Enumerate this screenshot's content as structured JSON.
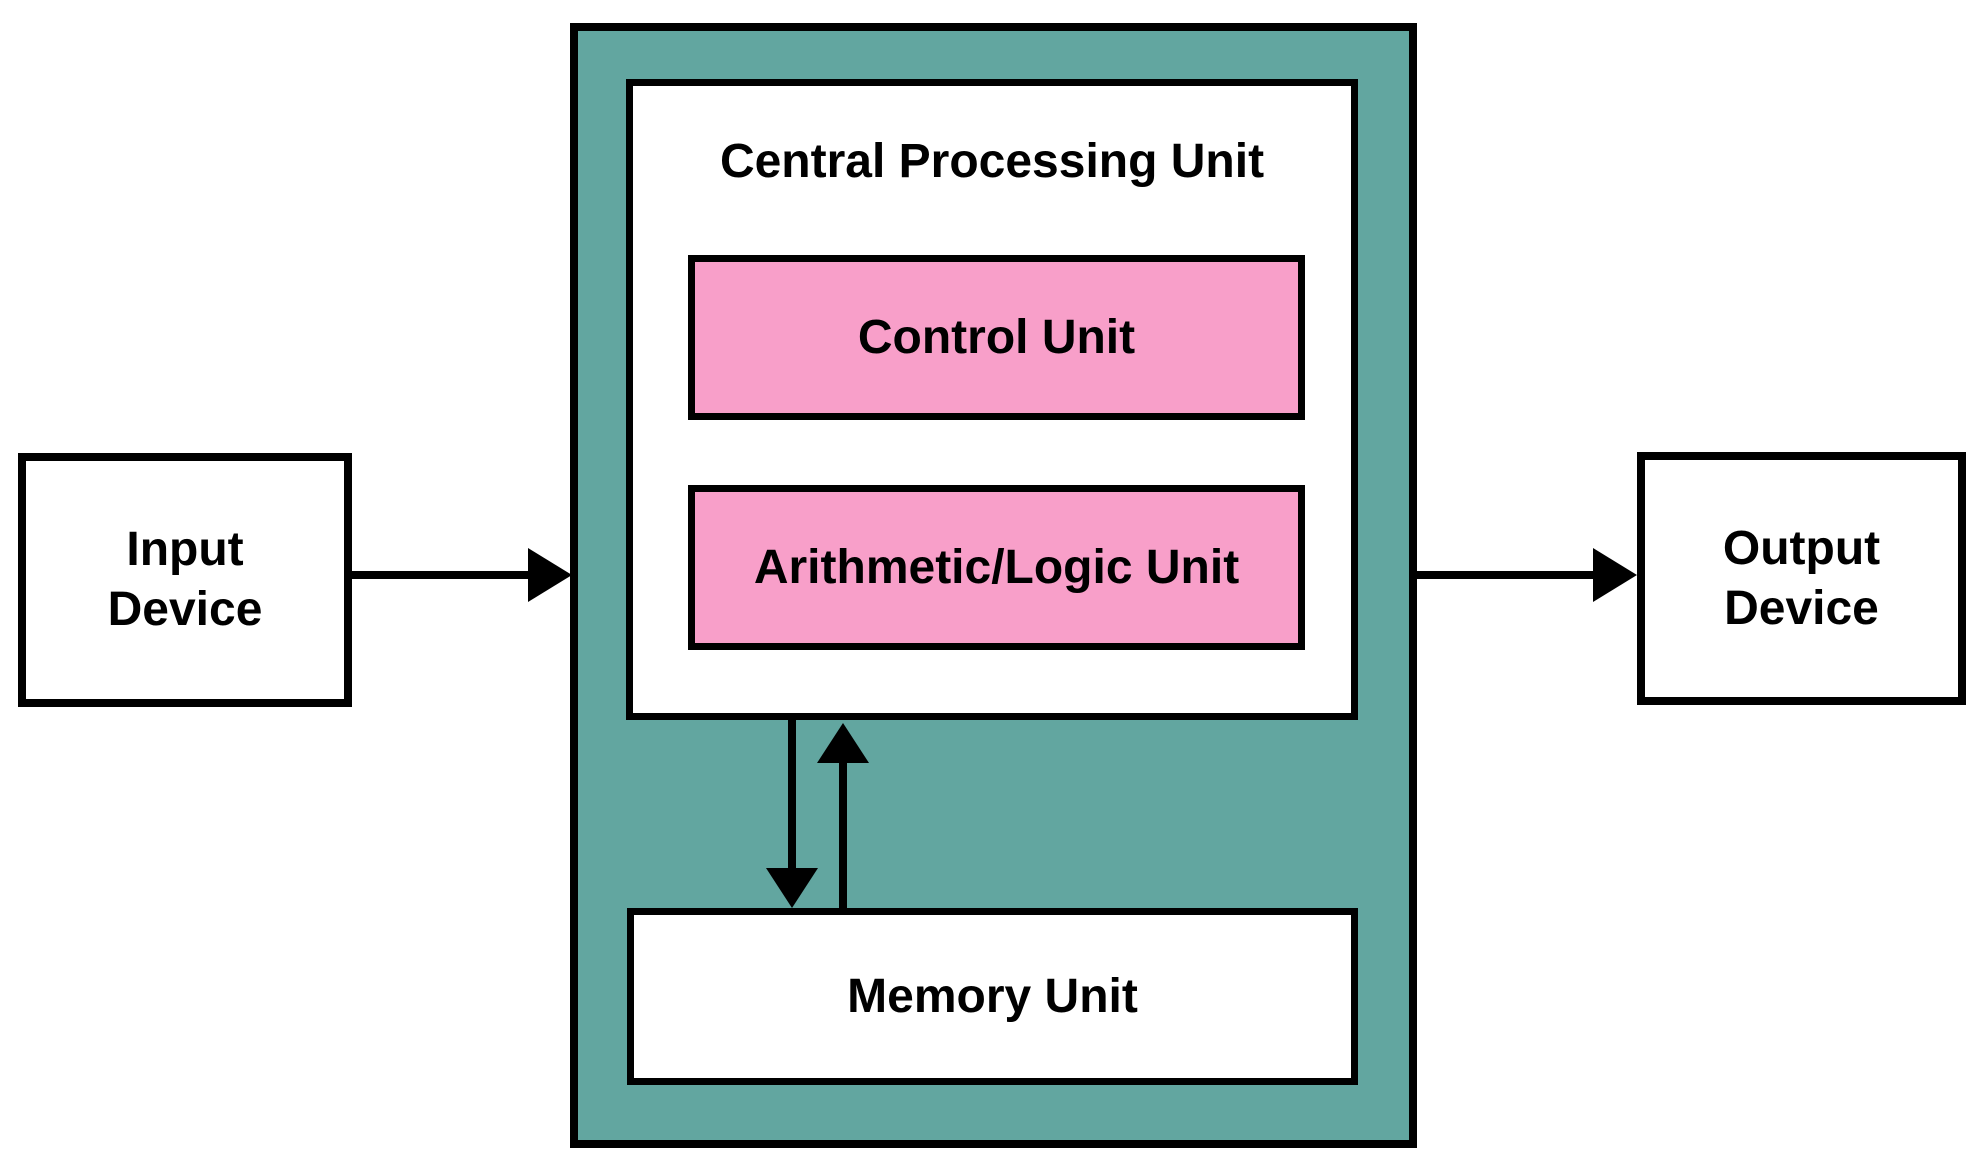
{
  "diagram": {
    "cpu": {
      "title": "Central Processing Unit",
      "control_unit_label": "Control Unit",
      "alu_label": "Arithmetic/Logic Unit",
      "memory_unit_label": "Memory Unit"
    },
    "input_device_label": "Input\nDevice",
    "output_device_label": "Output\nDevice",
    "edges": [
      {
        "from": "input-device",
        "to": "cpu",
        "direction": "right"
      },
      {
        "from": "cpu",
        "to": "output-device",
        "direction": "right"
      },
      {
        "from": "cpu",
        "to": "memory-unit",
        "direction": "down"
      },
      {
        "from": "memory-unit",
        "to": "cpu",
        "direction": "up"
      }
    ],
    "colors": {
      "cpu_background": "#62A6A0",
      "unit_background": "#F89FC9",
      "device_background": "#FFFFFF",
      "border": "#000000",
      "arrow": "#000000",
      "text": "#000000"
    }
  }
}
